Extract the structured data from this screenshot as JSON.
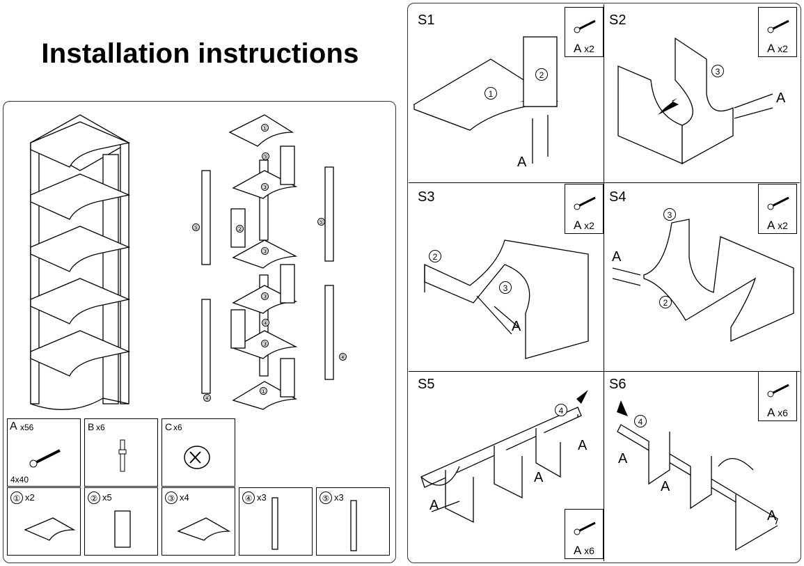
{
  "title": "Installation instructions",
  "parts": [
    {
      "label": "A",
      "qty": "x56",
      "note": "4x40"
    },
    {
      "label": "B",
      "qty": "x6"
    },
    {
      "label": "C",
      "qty": "x6"
    }
  ],
  "boards": [
    {
      "num": "①",
      "qty": "x2"
    },
    {
      "num": "②",
      "qty": "x5"
    },
    {
      "num": "③",
      "qty": "x4"
    },
    {
      "num": "④",
      "qty": "x3"
    },
    {
      "num": "⑤",
      "qty": "x3"
    }
  ],
  "exploded_labels": {
    "one": "①",
    "two": "②",
    "three": "③",
    "four": "④",
    "five": "⑤"
  },
  "steps": [
    {
      "id": "S1",
      "hw_label": "A",
      "hw_qty": "x2"
    },
    {
      "id": "S2",
      "hw_label": "A",
      "hw_qty": "x2"
    },
    {
      "id": "S3",
      "hw_label": "A",
      "hw_qty": "x2"
    },
    {
      "id": "S4",
      "hw_label": "A",
      "hw_qty": "x2"
    },
    {
      "id": "S5",
      "hw_label": "A",
      "hw_qty": "x6"
    },
    {
      "id": "S6",
      "hw_label": "A",
      "hw_qty": "x6"
    }
  ],
  "step_callouts": {
    "s1_a": "A",
    "s1_p1": "1",
    "s1_p2": "2",
    "s2_a": "A",
    "s2_p3": "3",
    "s3_a": "A",
    "s3_p2": "2",
    "s3_p3": "3",
    "s4_a": "A",
    "s4_p2": "2",
    "s4_p3": "3",
    "s5_a1": "A",
    "s5_a2": "A",
    "s5_a3": "A",
    "s5_p4": "4",
    "s6_a1": "A",
    "s6_a2": "A",
    "s6_a3": "A",
    "s6_p4": "4"
  }
}
